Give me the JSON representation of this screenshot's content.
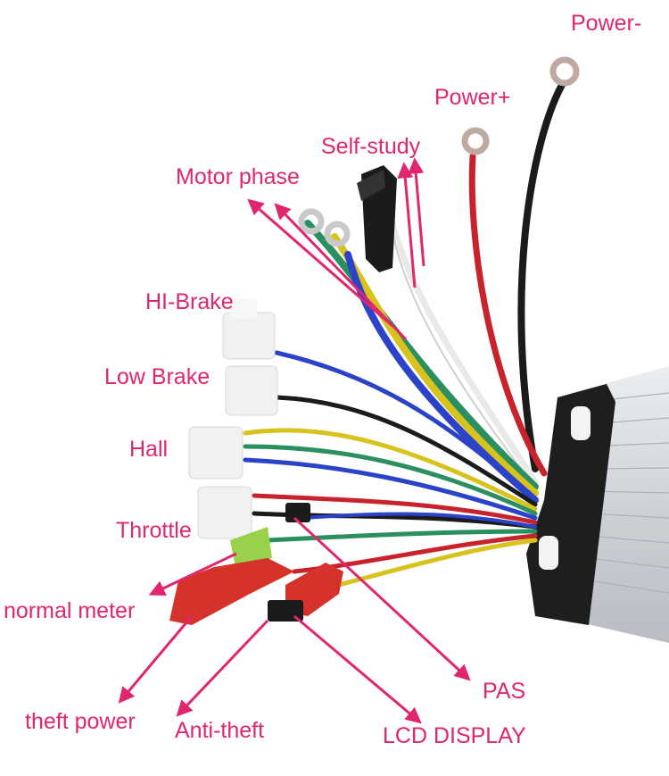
{
  "colors": {
    "annotation": "#e0266e",
    "controller_body": "#d9dbdf",
    "wire_black": "#1b1b1b",
    "wire_red": "#c8232c",
    "wire_blue": "#2a43c9",
    "wire_green": "#2b8f5f",
    "wire_yellow": "#d8c21d",
    "wire_white": "#e9e9e9",
    "connector_red": "#d6322c",
    "connector_green": "#9ad14b"
  },
  "labels": {
    "power_minus": "Power-",
    "power_plus": "Power+",
    "self_study": "Self-study",
    "motor_phase": "Motor phase",
    "hi_brake": "HI-Brake",
    "low_brake": "Low Brake",
    "hall": "Hall",
    "throttle": "Throttle",
    "normal_meter": "normal meter",
    "theft_power": "theft power",
    "anti_theft": "Anti-theft",
    "pas": "PAS",
    "lcd_display": "LCD DISPLAY"
  }
}
